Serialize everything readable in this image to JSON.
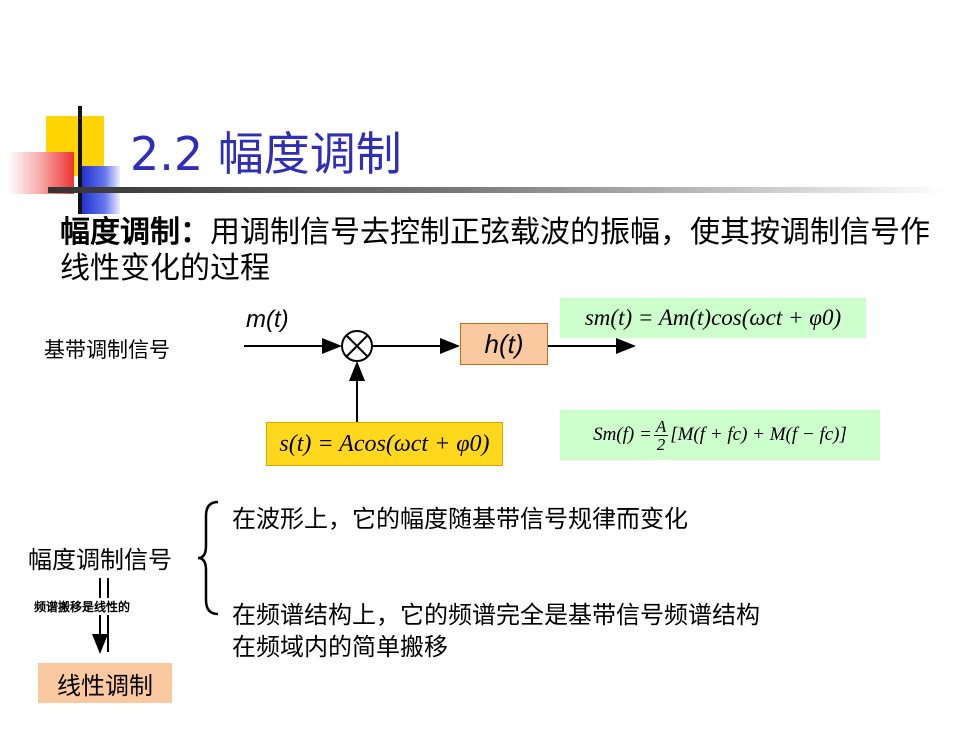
{
  "title": {
    "number": "2.2",
    "text": "幅度调制"
  },
  "definition": {
    "term": "幅度调制：",
    "body": "用调制信号去控制正弦载波的振幅，使其按调制信号作线性变化的过程"
  },
  "diagram": {
    "input_label": "基带调制信号",
    "m_label": "m(t)",
    "multiplier_symbol": "⊗",
    "filter_label": "h(t)",
    "carrier_formula": "s(t) = Acos(ωct + φ0)",
    "output_formula": "sm(t) = Am(t)cos(ωct + φ0)",
    "spectrum_formula": {
      "lhs": "Sm(f) =",
      "frac_num": "A",
      "frac_den": "2",
      "rhs": "[M(f + fc) + M(f − fc)]"
    }
  },
  "properties": {
    "signal_label": "幅度调制信号",
    "item1": "在波形上，它的幅度随基带信号规律而变化",
    "item2_line1": "在频谱结构上，它的频谱完全是基带信号频谱结构",
    "item2_line2": "在频域内的简单搬移",
    "note": "频谱搬移是线性的",
    "conclusion": "线性调制"
  }
}
